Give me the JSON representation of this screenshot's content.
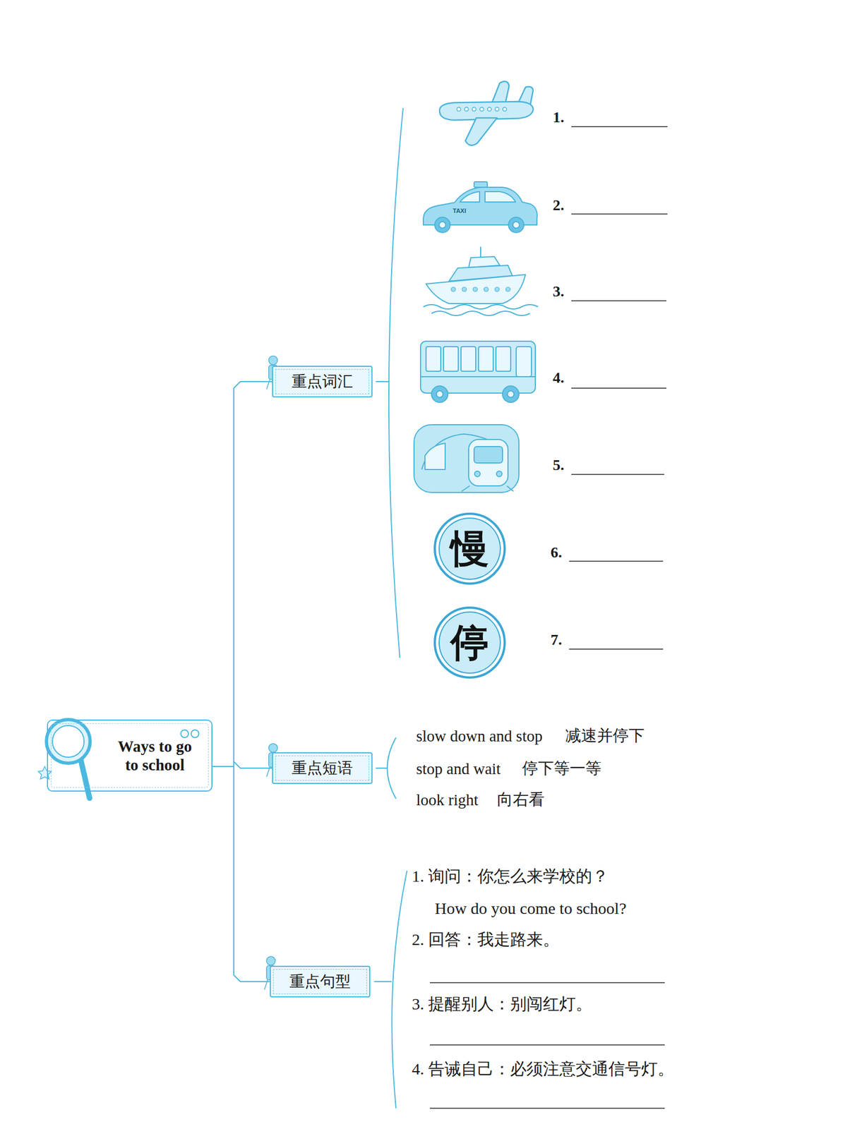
{
  "diagram": {
    "nodes": [
      {
        "text": [
          "Ways to go to school"
        ]
      },
      {
        "text": [
          "重点词汇"
        ]
      },
      {
        "text": [
          "慢"
        ]
      },
      {
        "text": [
          "停"
        ]
      },
      {
        "text": [
          "重点短语"
        ]
      },
      {
        "text": [
          "重点句型"
        ]
      }
    ],
    "edges": [
      {
        "from": 0,
        "to": 1,
        "arrow": "none"
      },
      {
        "from": 0,
        "to": 4,
        "arrow": "none"
      },
      {
        "from": 0,
        "to": 5,
        "arrow": "none"
      }
    ],
    "labels": [
      "1.",
      "TAXI",
      "2.",
      "3.",
      "4.",
      "5.",
      "6.",
      "7.",
      "slow down and stop",
      "减速并停下",
      "stop and wait",
      "停下等一等",
      "look right",
      "向右看",
      "1. 询问：你怎么来学校的？",
      "How do you come to school?",
      "2. 回答：我走路来。",
      "3. 提醒别人：别闯红灯。",
      "4. 告诫自己：必须注意交通信号灯。"
    ]
  }
}
